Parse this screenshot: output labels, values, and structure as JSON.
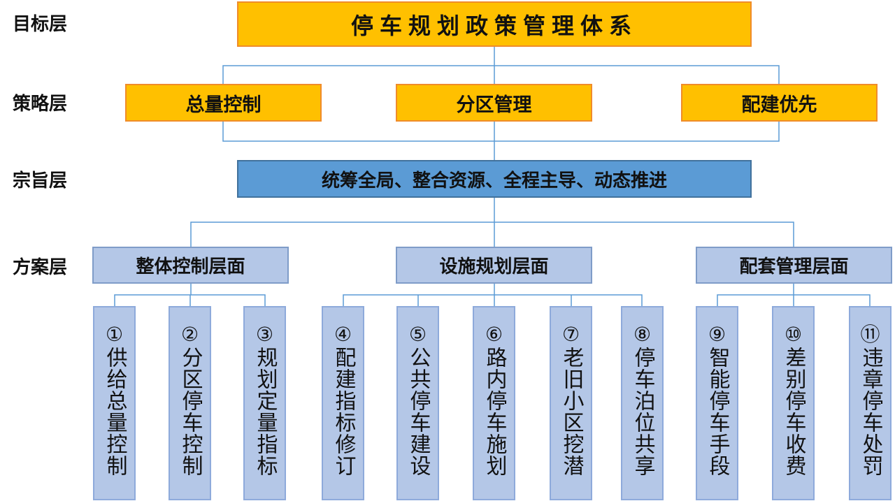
{
  "layers": {
    "goal": "目标层",
    "strategy": "策略层",
    "purpose": "宗旨层",
    "scheme": "方案层"
  },
  "goal": {
    "title": "停车规划政策管理体系"
  },
  "strategies": [
    "总量控制",
    "分区管理",
    "配建优先"
  ],
  "purpose": {
    "text": "统筹全局、整合资源、全程主导、动态推进"
  },
  "schemes": [
    "整体控制层面",
    "设施规划层面",
    "配套管理层面"
  ],
  "measures": [
    {
      "num": "①",
      "text": "供给总量控制"
    },
    {
      "num": "②",
      "text": "分区停车控制"
    },
    {
      "num": "③",
      "text": "规划定量指标"
    },
    {
      "num": "④",
      "text": "配建指标修订"
    },
    {
      "num": "⑤",
      "text": "公共停车建设"
    },
    {
      "num": "⑥",
      "text": "路内停车施划"
    },
    {
      "num": "⑦",
      "text": "老旧小区挖潜"
    },
    {
      "num": "⑧",
      "text": "停车泊位共享"
    },
    {
      "num": "⑨",
      "text": "智能停车手段"
    },
    {
      "num": "⑩",
      "text": "差别停车收费"
    },
    {
      "num": "⑪",
      "text": "违章停车处罚"
    }
  ],
  "colors": {
    "goal_fill": "#ffc000",
    "strategy_fill": "#ffc000",
    "purpose_fill": "#5b9bd5",
    "scheme_fill": "#b4c7e7",
    "connector": "#5b9bd5"
  }
}
